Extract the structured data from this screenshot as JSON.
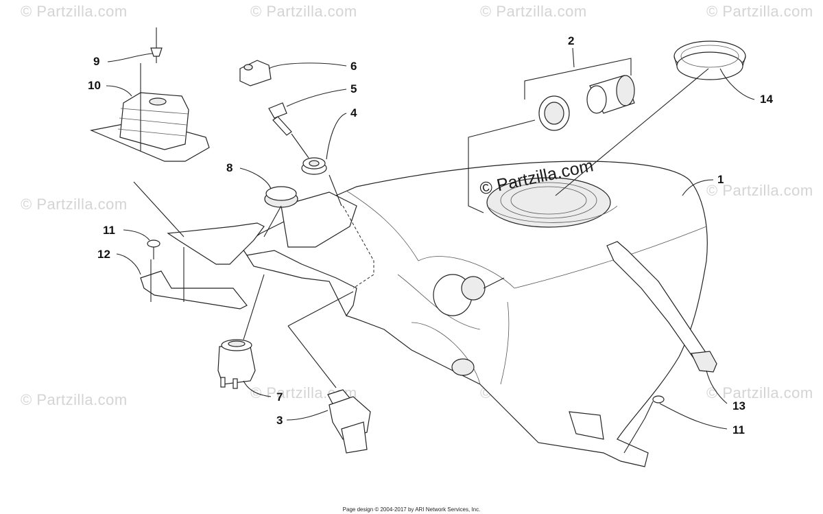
{
  "watermark_text": "© Partzilla.com",
  "center_watermark": "© Partzilla.com",
  "footer_text": "Page design © 2004-2017 by ARI Network Services, Inc.",
  "callouts": {
    "c1": "1",
    "c2": "2",
    "c3": "3",
    "c4": "4",
    "c5": "5",
    "c6": "6",
    "c7": "7",
    "c8": "8",
    "c9": "9",
    "c10": "10",
    "c11a": "11",
    "c11b": "11",
    "c12": "12",
    "c13": "13",
    "c14": "14"
  },
  "colors": {
    "line": "#222222",
    "watermark": "#d4d4d4",
    "fill_shade": "#ececec"
  }
}
